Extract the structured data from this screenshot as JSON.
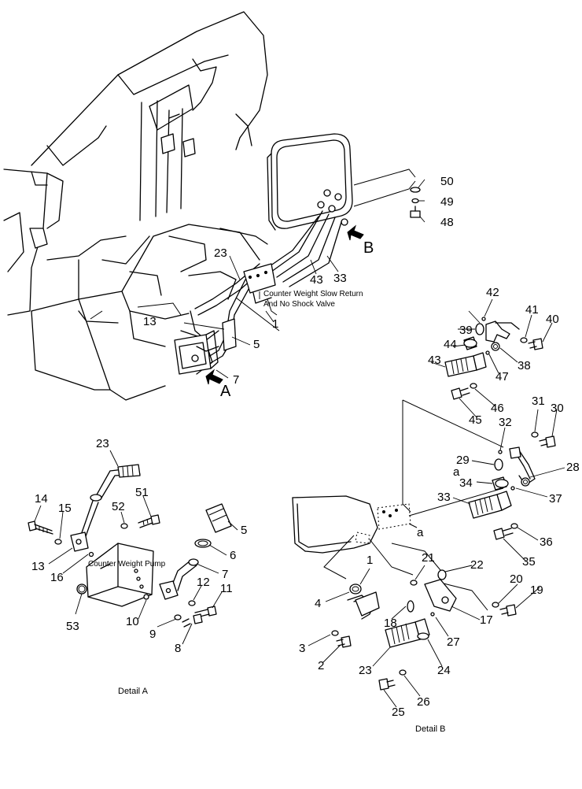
{
  "callouts": {
    "main": [
      "23",
      "13",
      "5",
      "1",
      "7",
      "43",
      "33",
      "50",
      "49",
      "48"
    ],
    "view_labels": [
      "A",
      "B"
    ],
    "detail_a": [
      "23",
      "14",
      "15",
      "52",
      "51",
      "13",
      "16",
      "5",
      "6",
      "7",
      "53",
      "10",
      "12",
      "11",
      "9",
      "8"
    ],
    "detail_b": [
      "42",
      "41",
      "40",
      "39",
      "44",
      "38",
      "43",
      "47",
      "46",
      "45",
      "31",
      "30",
      "32",
      "29",
      "28",
      "34",
      "37",
      "33",
      "36",
      "35",
      "a",
      "a",
      "1",
      "21",
      "22",
      "20",
      "19",
      "4",
      "17",
      "18",
      "27",
      "3",
      "2",
      "23",
      "24",
      "25",
      "26"
    ]
  },
  "texts": {
    "counterweight_valve_line1": "Counter Weight Slow Return",
    "counterweight_valve_line2": "And No Shock Valve",
    "counterweight_pump": "Counter Weight Pump",
    "detail_a_caption": "Detail A",
    "detail_b_caption": "Detail B"
  }
}
